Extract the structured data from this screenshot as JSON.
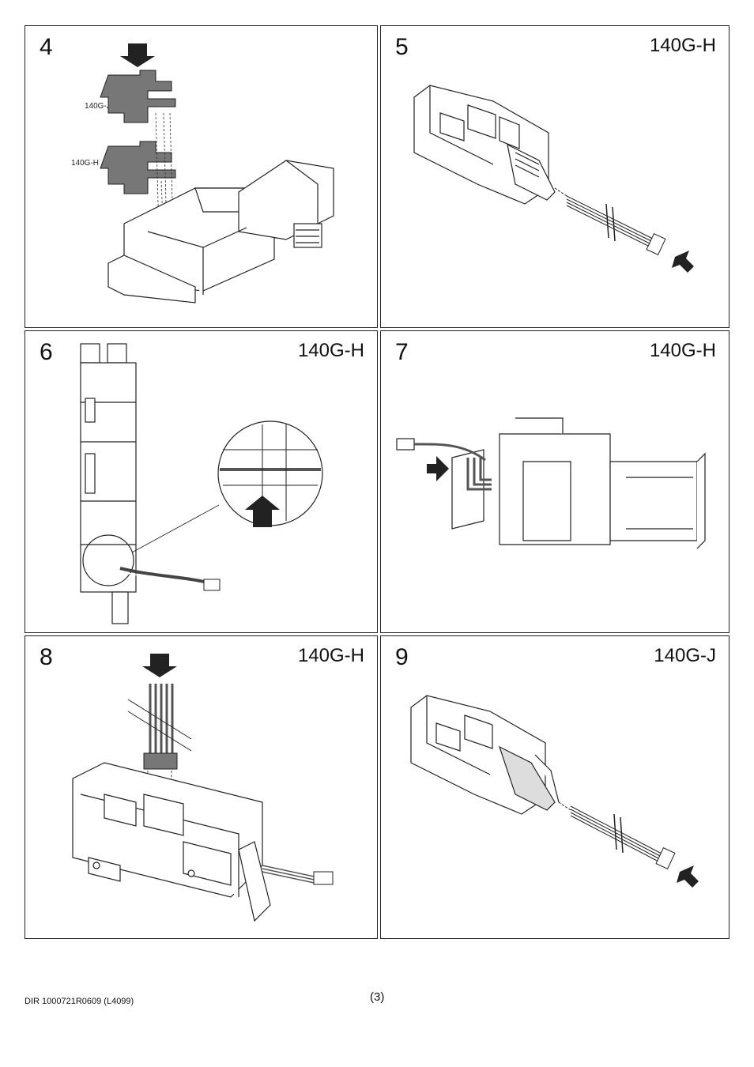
{
  "panels": [
    {
      "step": "4",
      "model": "",
      "tags": [
        "140G-J",
        "140G-H"
      ]
    },
    {
      "step": "5",
      "model": "140G-H"
    },
    {
      "step": "6",
      "model": "140G-H"
    },
    {
      "step": "7",
      "model": "140G-H"
    },
    {
      "step": "8",
      "model": "140G-H"
    },
    {
      "step": "9",
      "model": "140G-J"
    }
  ],
  "footer": {
    "doc_id": "DIR 1000721R0609 (L4099)",
    "page": "(3)"
  }
}
